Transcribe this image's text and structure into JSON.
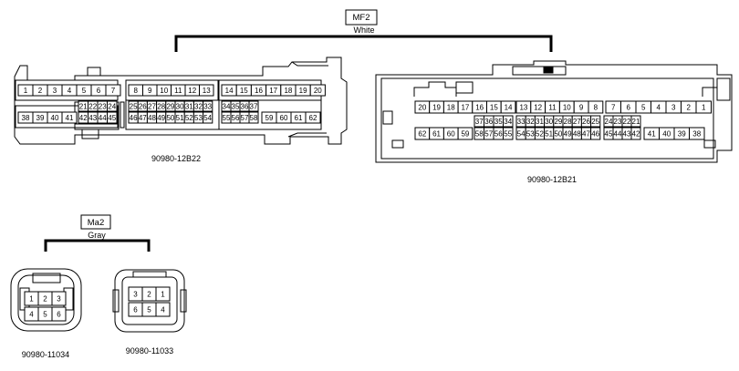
{
  "mf2": {
    "name": "MF2",
    "color": "White",
    "left": {
      "part_no": "90980-12B22",
      "row1": [
        "1",
        "2",
        "3",
        "4",
        "5",
        "6",
        "7",
        "8",
        "9",
        "10",
        "11",
        "12",
        "13",
        "14",
        "15",
        "16",
        "17",
        "18",
        "19",
        "20"
      ],
      "row2": [
        "21",
        "22",
        "23",
        "24",
        "25",
        "26",
        "27",
        "28",
        "29",
        "30",
        "31",
        "32",
        "33",
        "34",
        "35",
        "36",
        "37"
      ],
      "row3": [
        "38",
        "39",
        "40",
        "41",
        "42",
        "43",
        "44",
        "45",
        "46",
        "47",
        "48",
        "49",
        "50",
        "51",
        "52",
        "53",
        "54",
        "55",
        "56",
        "57",
        "58",
        "59",
        "60",
        "61",
        "62"
      ]
    },
    "right": {
      "part_no": "90980-12B21",
      "row1": [
        "20",
        "19",
        "18",
        "17",
        "16",
        "15",
        "14",
        "13",
        "12",
        "11",
        "10",
        "9",
        "8",
        "7",
        "6",
        "5",
        "4",
        "3",
        "2",
        "1"
      ],
      "row2": [
        "37",
        "36",
        "35",
        "34",
        "33",
        "32",
        "31",
        "30",
        "29",
        "28",
        "27",
        "26",
        "25",
        "24",
        "23",
        "22",
        "21"
      ],
      "row3": [
        "62",
        "61",
        "60",
        "59",
        "58",
        "57",
        "56",
        "55",
        "54",
        "53",
        "52",
        "51",
        "50",
        "49",
        "48",
        "47",
        "46",
        "45",
        "44",
        "43",
        "42",
        "41",
        "40",
        "39",
        "38"
      ]
    }
  },
  "ma2": {
    "name": "Ma2",
    "color": "Gray",
    "left": {
      "part_no": "90980-11034",
      "row1": [
        "1",
        "2",
        "3"
      ],
      "row2": [
        "4",
        "5",
        "6"
      ]
    },
    "right": {
      "part_no": "90980-11033",
      "row1": [
        "3",
        "2",
        "1"
      ],
      "row2": [
        "6",
        "5",
        "4"
      ]
    }
  }
}
